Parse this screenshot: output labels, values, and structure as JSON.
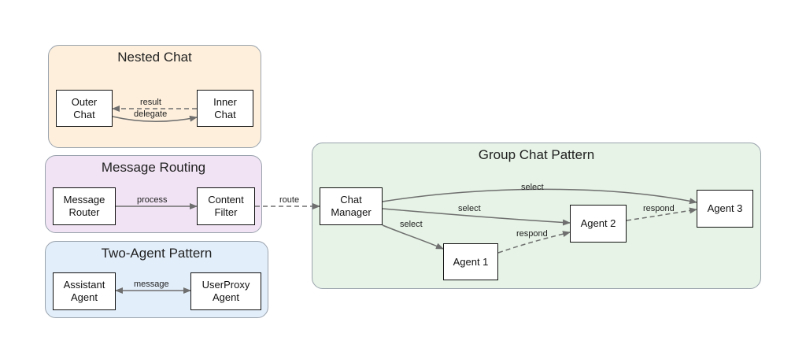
{
  "colors": {
    "nested_bg": "#fdefdc",
    "routing_bg": "#f1e3f4",
    "two_agent_bg": "#e2eefa",
    "group_bg": "#e6f3e6",
    "edge": "#6f6f6f"
  },
  "clusters": {
    "nested": {
      "title": "Nested Chat"
    },
    "routing": {
      "title": "Message Routing"
    },
    "two_agent": {
      "title": "Two-Agent Pattern"
    },
    "group": {
      "title": "Group Chat Pattern"
    }
  },
  "nodes": {
    "outer_chat": "Outer\nChat",
    "inner_chat": "Inner\nChat",
    "message_router": "Message\nRouter",
    "content_filter": "Content\nFilter",
    "assistant_agent": "Assistant\nAgent",
    "userproxy_agent": "UserProxy\nAgent",
    "chat_manager": "Chat\nManager",
    "agent1": "Agent 1",
    "agent2": "Agent 2",
    "agent3": "Agent 3"
  },
  "edges": {
    "result": "result",
    "delegate": "delegate",
    "process": "process",
    "message": "message",
    "route": "route",
    "select_agent3": "select",
    "select_agent2": "select",
    "select_agent1": "select",
    "respond_agent1": "respond",
    "respond_agent2": "respond"
  }
}
